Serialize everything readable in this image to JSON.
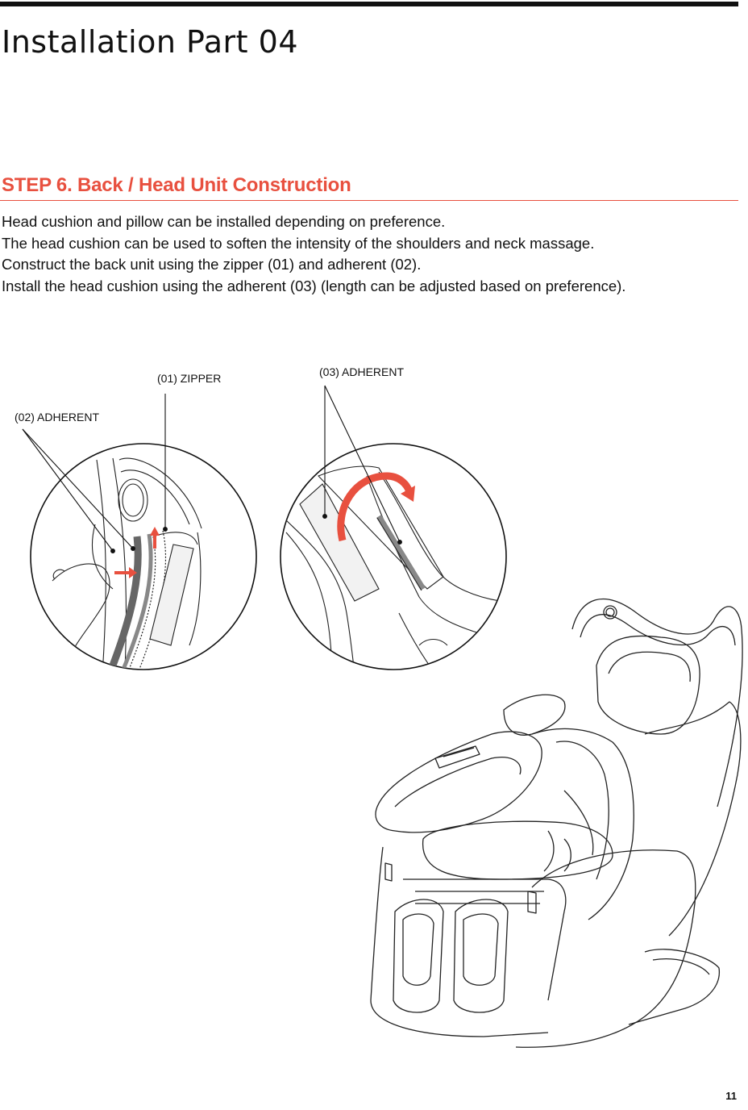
{
  "header": {
    "title": "Installation Part 04"
  },
  "step": {
    "heading": "STEP 6. Back / Head Unit Construction",
    "lines": [
      "Head cushion and pillow can be installed depending on preference.",
      "The head cushion can be used to soften the intensity of the shoulders and neck massage.",
      "Construct the back unit using the zipper (01) and adherent (02).",
      "Install the head cushion using the adherent (03) (length can be adjusted based on preference)."
    ]
  },
  "figure": {
    "callouts": {
      "zipper": "(01) ZIPPER",
      "adherent_02": "(02) ADHERENT",
      "adherent_03": "(03) ADHERENT"
    }
  },
  "colors": {
    "accent": "#e8503f",
    "text": "#111111"
  },
  "footer": {
    "page_number": "11"
  }
}
